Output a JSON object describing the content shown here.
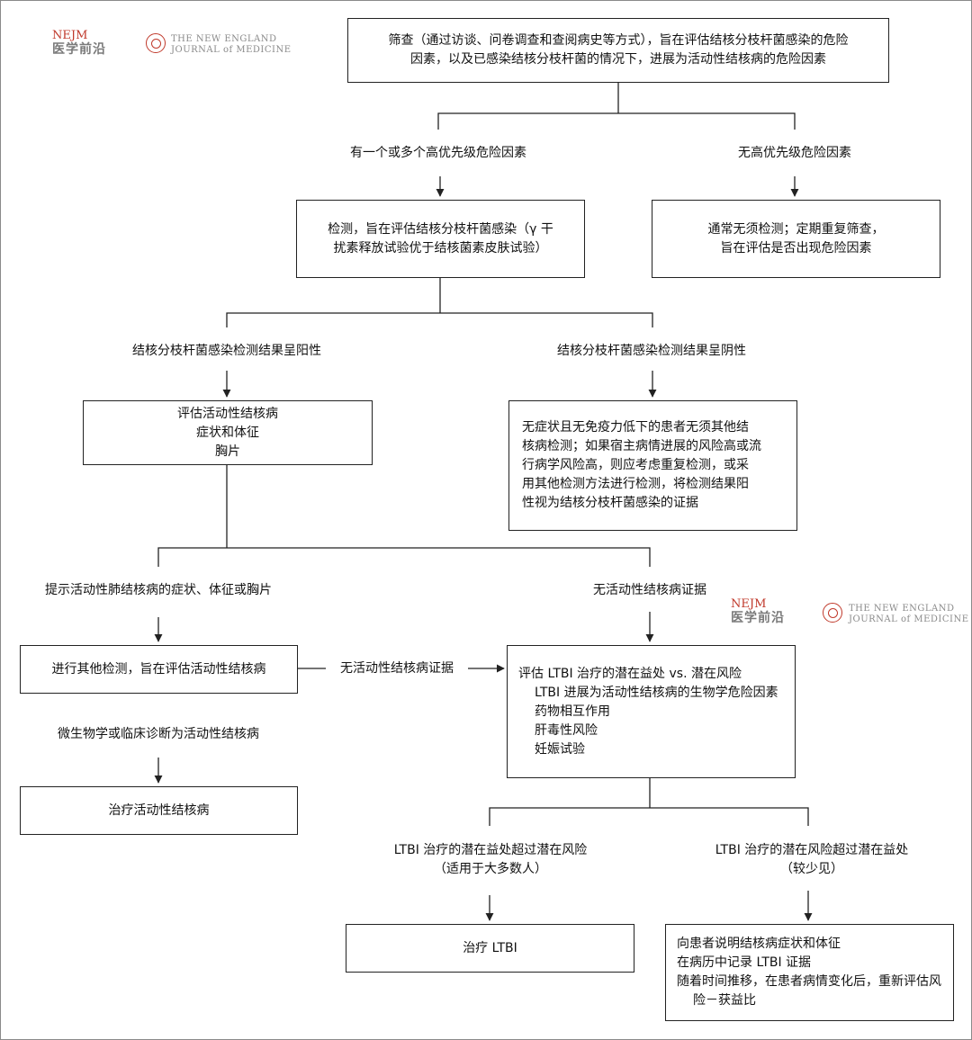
{
  "logos": {
    "nejm_abbr": "NEJM",
    "nejm_cn": "医学前沿",
    "journal_line1": "THE NEW ENGLAND",
    "journal_line2": "JOURNAL of MEDICINE"
  },
  "colors": {
    "line": "#222222",
    "logo_red": "#c0392b",
    "logo_gray": "#7a7a7a",
    "frame": "#8a8a8a"
  },
  "nodes": {
    "screening": [
      "筛查（通过访谈、问卷调查和查阅病史等方式），旨在评估结核分枝杆菌感染的危险",
      "因素，以及已感染结核分枝杆菌的情况下，进展为活动性结核病的危险因素"
    ],
    "test": [
      "检测，旨在评估结核分枝杆菌感染（γ 干",
      "扰素释放试验优于结核菌素皮肤试验）"
    ],
    "no_test": [
      "通常无须检测；定期重复筛查，",
      "旨在评估是否出现危险因素"
    ],
    "evaluate": [
      "评估活动性结核病",
      "症状和体征",
      "胸片"
    ],
    "negative_note": [
      "无症状且无免疫力低下的患者无须其他结",
      "核病检测；如果宿主病情进展的风险高或流",
      "行病学风险高，则应考虑重复检测，或采",
      "用其他检测方法进行检测，将检测结果阳",
      "性视为结核分枝杆菌感染的证据"
    ],
    "more_tests": "进行其他检测，旨在评估活动性结核病",
    "treat_active": "治疗活动性结核病",
    "ltbi_eval": {
      "title": "评估 LTBI 治疗的潜在益处 vs. 潜在风险",
      "items": [
        "LTBI 进展为活动性结核病的生物学危险因素",
        "药物相互作用",
        "肝毒性风险",
        "妊娠试验"
      ]
    },
    "treat_ltbi": "治疗 LTBI",
    "inform": {
      "items": [
        "向患者说明结核病症状和体征",
        "在病历中记录 LTBI 证据",
        "随着时间推移，在患者病情变化后，重新评估风险－获益比"
      ]
    }
  },
  "labels": {
    "high_risk": "有一个或多个高优先级危险因素",
    "no_high_risk": "无高优先级危险因素",
    "positive": "结核分枝杆菌感染检测结果呈阳性",
    "negative": "结核分枝杆菌感染检测结果呈阴性",
    "suggest_active": "提示活动性肺结核病的症状、体征或胸片",
    "no_active_right": "无活动性结核病证据",
    "no_active_mid": "无活动性结核病证据",
    "diagnosis_active": "微生物学或临床诊断为活动性结核病",
    "benefit": [
      "LTBI 治疗的潜在益处超过潜在风险",
      "（适用于大多数人）"
    ],
    "risk": [
      "LTBI 治疗的潜在风险超过潜在益处",
      "（较少见）"
    ]
  }
}
